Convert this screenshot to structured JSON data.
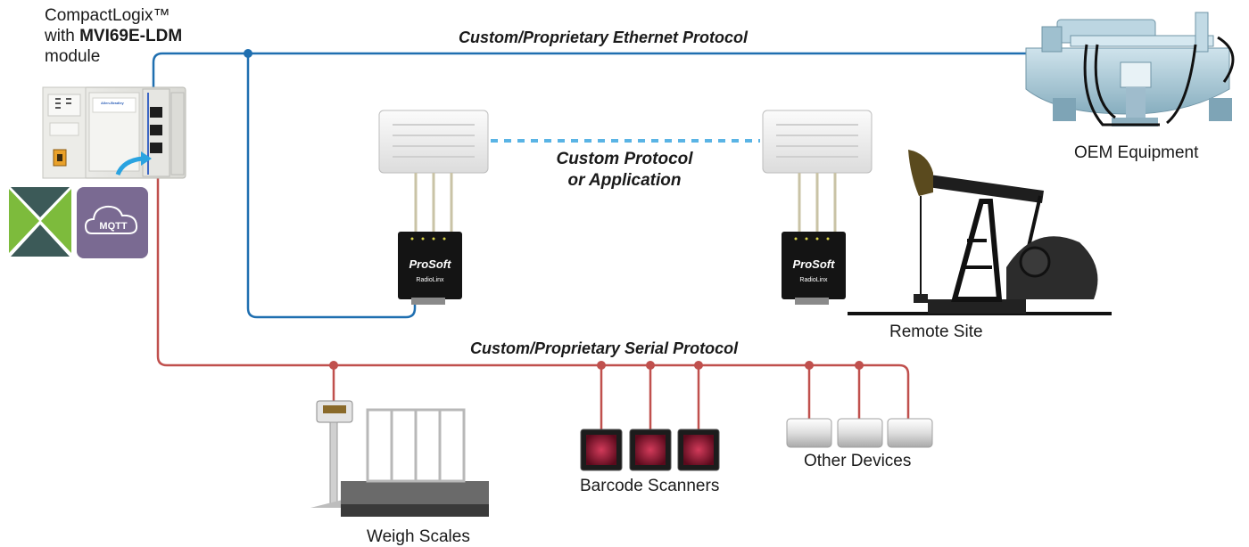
{
  "controller": {
    "line1": "CompactLogix™",
    "line2_prefix": "with ",
    "line2_bold": "MVI69E-LDM",
    "line3": "module",
    "panel_brand": "Allen-Bradley"
  },
  "protocols": {
    "ethernet": "Custom/Proprietary Ethernet Protocol",
    "serial": "Custom/Proprietary Serial Protocol",
    "custom_line1": "Custom Protocol",
    "custom_line2": "or Application"
  },
  "devices": {
    "oem": "OEM Equipment",
    "remote_site": "Remote Site",
    "weigh_scales": "Weigh Scales",
    "barcode_scanners": "Barcode Scanners",
    "other_devices": "Other Devices"
  },
  "badges": {
    "mqtt": "MQTT"
  },
  "radios": {
    "brand": "ProSoft",
    "model": "RadioLinx"
  },
  "colors": {
    "ethernet_line": "#1f6fb0",
    "serial_line": "#c0504d",
    "wireless_link": "#5ab4e5",
    "mqtt_badge": "#7a6a92"
  }
}
